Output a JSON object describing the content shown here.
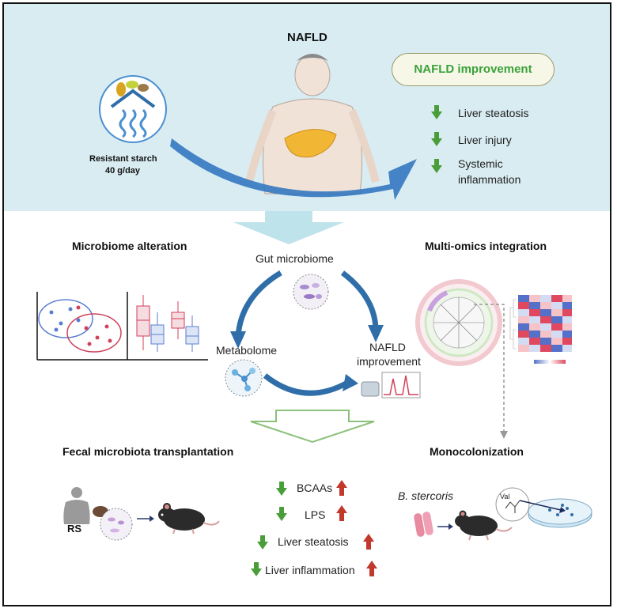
{
  "top": {
    "title": "NAFLD",
    "resistant_starch_label": "Resistant starch",
    "dose_label": "40 g/day",
    "improvement_pill": "NAFLD improvement",
    "outcomes": [
      "Liver steatosis",
      "Liver injury",
      "Systemic",
      "inflammation"
    ]
  },
  "middle": {
    "left_title": "Microbiome alteration",
    "right_title": "Multi-omics integration",
    "cycle": {
      "top": "Gut microbiome",
      "left": "Metabolome",
      "right_line1": "NAFLD",
      "right_line2": "improvement"
    }
  },
  "bottom": {
    "left_title": "Fecal microbiota transplantation",
    "right_title": "Monocolonization",
    "rs_label": "RS",
    "markers": [
      "BCAAs",
      "LPS",
      "Liver steatosis",
      "Liver inflammation"
    ],
    "species": "B. stercoris",
    "val_label": "Val"
  },
  "colors": {
    "top_bg": "#d8ecf2",
    "bottom_bg": "#e6efdf",
    "green_arrow": "#4a9e3a",
    "red_arrow": "#c0392b",
    "blue_arrow": "#2f6ea8"
  }
}
